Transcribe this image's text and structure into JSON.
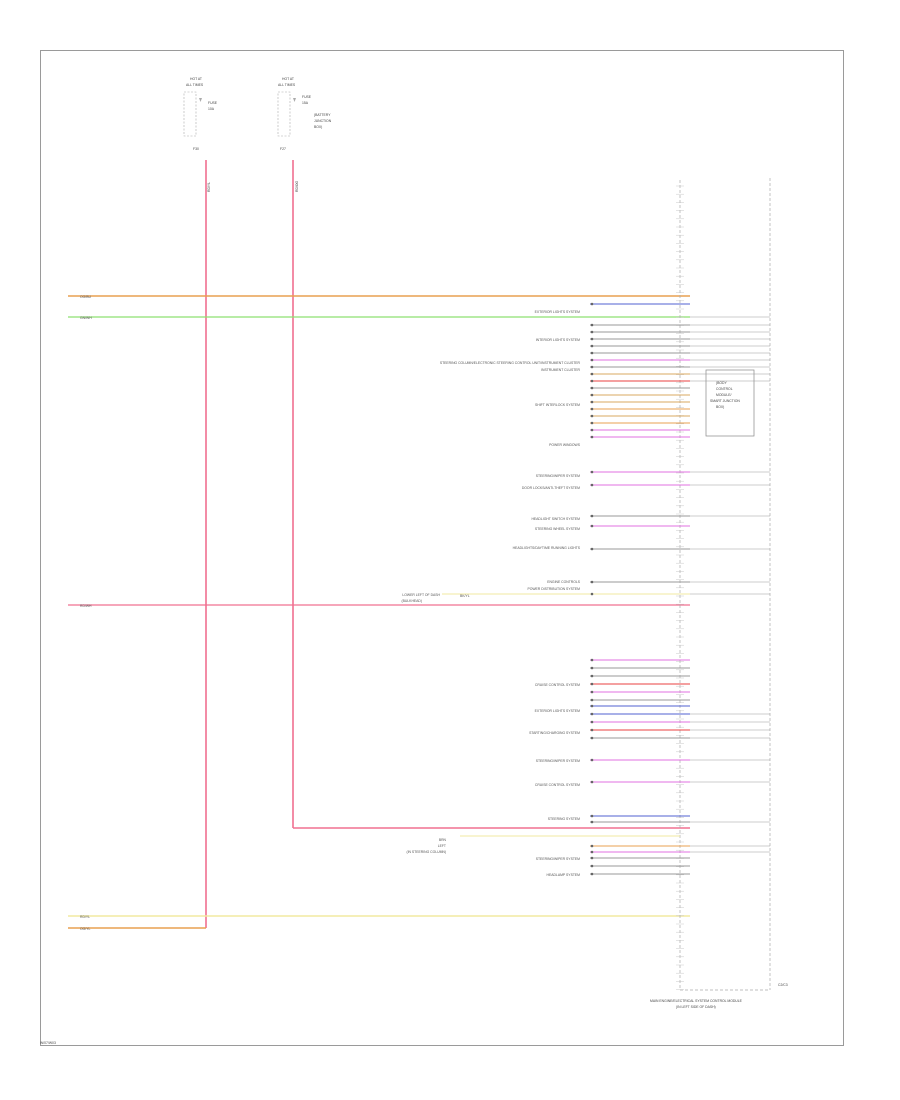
{
  "footer": {
    "code": "W/07/W03"
  },
  "module": {
    "name": "MAIN ENGINE/ELECTRICAL SYSTEM CONTROL MODULE",
    "location": "(IN LEFT SIDE OF DASH)",
    "connector_label": "C2/C3",
    "inner_box": [
      "(BODY",
      "CONTROL",
      "MODULE/",
      "SMART JUNCTION",
      "BOX)"
    ]
  },
  "fuses": [
    {
      "header": [
        "HOT AT",
        "ALL TIMES"
      ],
      "labels": [
        "FUSE",
        "10A"
      ],
      "wire": "RD/YL",
      "pin": "F30"
    },
    {
      "header": [
        "HOT AT",
        "ALL TIMES"
      ],
      "labels": [
        "FUSE",
        "15A",
        "(BATTERY",
        "JUNCTION",
        "BOX)"
      ],
      "wire": "RD/OG",
      "pin": "F27"
    }
  ],
  "left_wires": [
    {
      "label": "OG/BU"
    },
    {
      "label": "GN/WH"
    },
    {
      "label": "RD/WH"
    },
    {
      "label": "RD/YL"
    },
    {
      "label": "OG/YL"
    }
  ],
  "systems": [
    {
      "label": "EXTERIOR LIGHTS SYSTEM"
    },
    {
      "label": "INTERIOR LIGHTS SYSTEM"
    },
    {
      "label": "STEERING COLUMN/ELECTRONIC STEERING CONTROL UNIT/INSTRUMENT CLUSTER"
    },
    {
      "label": "INSTRUMENT CLUSTER"
    },
    {
      "label": "SHIFT INTERLOCK SYSTEM"
    },
    {
      "label": "POWER WINDOWS"
    },
    {
      "label": "STEERING/WIPER SYSTEM"
    },
    {
      "label": "DOOR LOCKS/ANTI-THEFT SYSTEM"
    },
    {
      "label": "HEADLIGHT SWITCH SYSTEM"
    },
    {
      "label": "STEERING WHEEL SYSTEM"
    },
    {
      "label": "HEADLIGHTS/DAYTIME RUNNING LIGHTS"
    },
    {
      "label": "ENGINE CONTROLS"
    },
    {
      "label": "POWER DISTRIBUTION SYSTEM"
    },
    {
      "label": "CRUISE CONTROL SYSTEM"
    },
    {
      "label": "EXTERIOR LIGHTS SYSTEM"
    },
    {
      "label": "STARTING/CHARGING SYSTEM"
    },
    {
      "label": "STEERING/WIPER SYSTEM"
    },
    {
      "label": "CRUISE CONTROL SYSTEM"
    },
    {
      "label": "STEERING SYSTEM"
    },
    {
      "label": "STEERING/WIPER SYSTEM"
    },
    {
      "label": "HEADLAMP SYSTEM"
    }
  ],
  "misc_labels": {
    "mid_left": "LOWER LEFT OF DASH",
    "mid_left2": "(BULKHEAD)",
    "mid_wire": "BK/YL",
    "lower_left1": "BRN",
    "lower_left2": "LEFT",
    "lower_left3": "(IN STEERING COLUMN)"
  },
  "colors": {
    "orange": "#e8a050",
    "green": "#8ee070",
    "pink": "#f07090",
    "yellow": "#f2eaa0",
    "red": "#e84040",
    "blue": "#5060d0",
    "violet": "#e070e0",
    "gray": "#999999",
    "tan": "#d9a860"
  }
}
